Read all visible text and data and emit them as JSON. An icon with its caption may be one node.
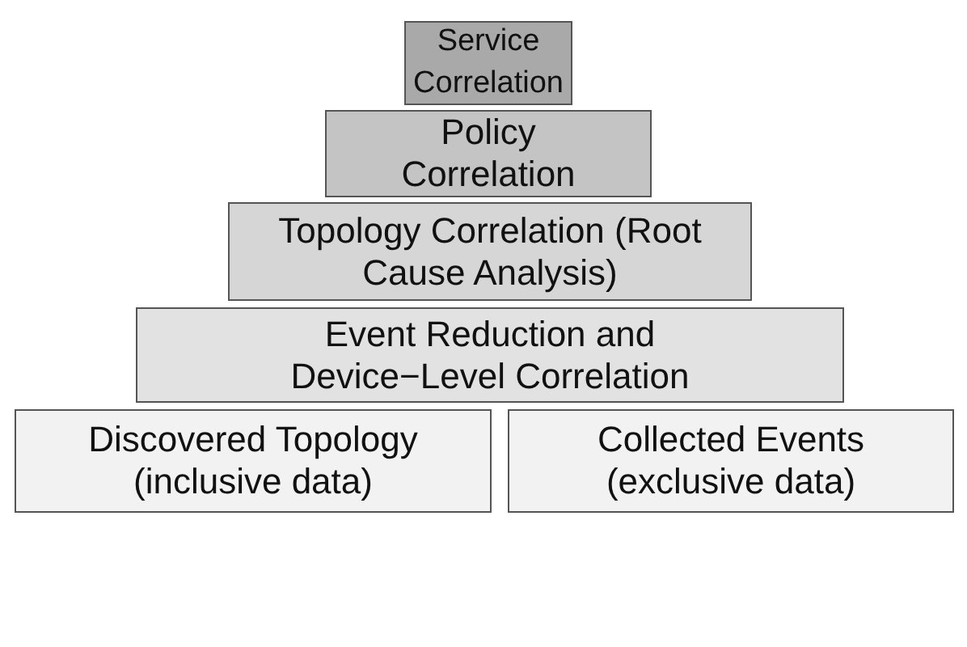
{
  "diagram": {
    "nodes": [
      {
        "text": [
          "Service Correlation"
        ]
      },
      {
        "text": [
          "Policy Correlation"
        ]
      },
      {
        "text": [
          "Topology Correlation (Root Cause Analysis)"
        ]
      },
      {
        "text": [
          "Event Reduction and Device−Level Correlation"
        ]
      },
      {
        "text": [
          "Discovered Topology (inclusive data)"
        ]
      },
      {
        "text": [
          "Collected Events (exclusive data)"
        ]
      }
    ]
  }
}
